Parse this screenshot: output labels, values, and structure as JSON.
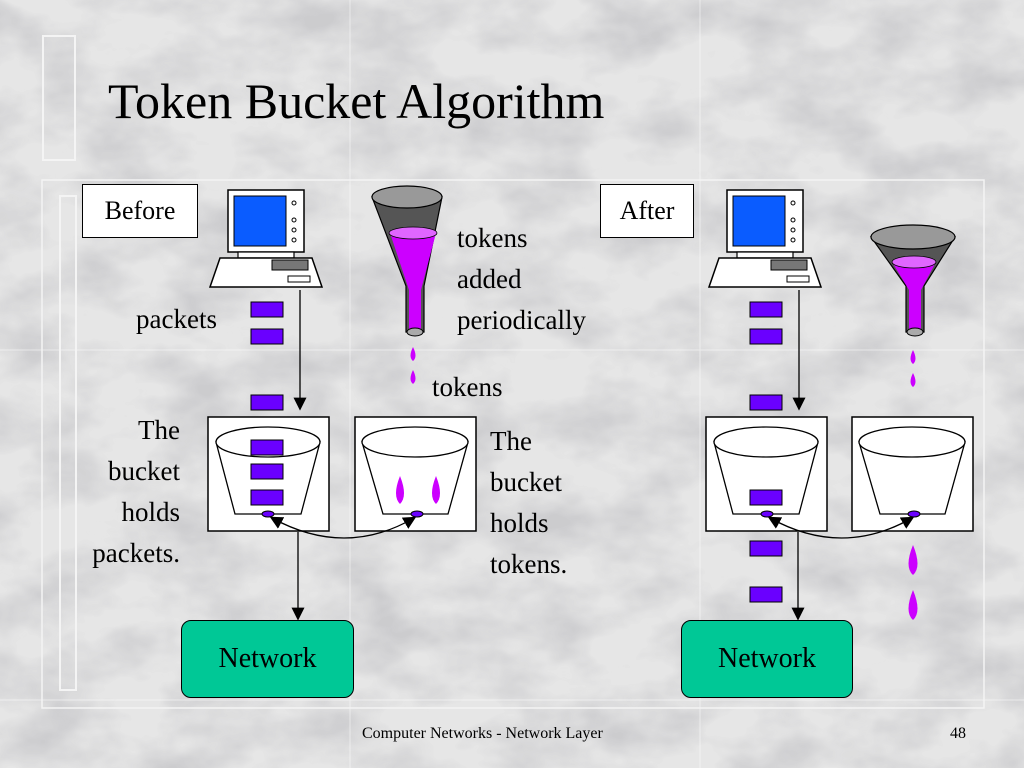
{
  "slide": {
    "title": "Token Bucket Algorithm",
    "footer_text": "Computer Networks - Network Layer",
    "page_number": "48"
  },
  "diagram": {
    "before_label": "Before",
    "after_label": "After",
    "packets_label": "packets",
    "tokens_added_line1": "tokens",
    "tokens_added_line2": "added",
    "tokens_added_line3": "periodically",
    "tokens_label": "tokens",
    "bucket_packets_line1": "The",
    "bucket_packets_line2": "bucket",
    "bucket_packets_line3": "holds",
    "bucket_packets_line4": "packets.",
    "bucket_tokens_line1": "The",
    "bucket_tokens_line2": "bucket",
    "bucket_tokens_line3": "holds",
    "bucket_tokens_line4": "tokens.",
    "network_before": "Network",
    "network_after": "Network"
  },
  "colors": {
    "packet": "#6a00ff",
    "token": "#cc00ff",
    "network": "#00c896",
    "monitor_screen": "#0a5cff"
  }
}
